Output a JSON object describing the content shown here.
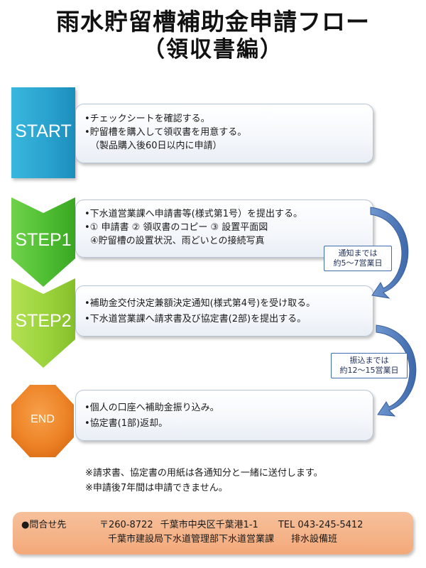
{
  "header": {
    "title": "雨水貯留槽補助金申請フロー",
    "subtitle": "（領収書編）"
  },
  "steps": [
    {
      "label": "START",
      "color": "#2aa3cf",
      "lines": [
        "•チェックシートを確認する。",
        "•貯留槽を購入して領収書を用意する。",
        "（製品購入後60日以内に申請）"
      ]
    },
    {
      "label": "STEP1",
      "color": "#58c33a",
      "lines": [
        "•下水道営業課へ申請書等(様式第1号）を提出する。",
        "•① 申請書 ② 領収書のコピー ③ 設置平面図",
        "④貯留槽の設置状況、雨どいとの接続写真"
      ]
    },
    {
      "label": "STEP2",
      "color": "#9bd33c",
      "lines": [
        "•補助金交付決定兼額決定通知(様式第4号)を受け取る。",
        "•下水道営業課へ請求書及び協定書(2部)を提出する。"
      ]
    },
    {
      "label": "END",
      "color": "#ea7a1c",
      "lines": [
        "•個人の口座へ補助金振り込み。",
        "•協定書(1部)返却。"
      ]
    }
  ],
  "waits": [
    {
      "line1": "通知までは",
      "line2": "約5～7営業日"
    },
    {
      "line1": "振込までは",
      "line2": "約12～15営業日"
    }
  ],
  "notes": [
    "※請求書、協定書の用紙は各通知分と一緒に送付します。",
    "※申請後7年間は申請できません。"
  ],
  "contact": {
    "label": "●問合せ先",
    "postal": "〒260-8722",
    "address": "千葉市中央区千葉港1-1",
    "tel": "TEL 043-245-5412",
    "department": "千葉市建設局下水道管理部下水道営業課",
    "team": "排水設備班"
  },
  "colors": {
    "arrow": "#3f6fb0",
    "contact_background": "#f3a979"
  }
}
